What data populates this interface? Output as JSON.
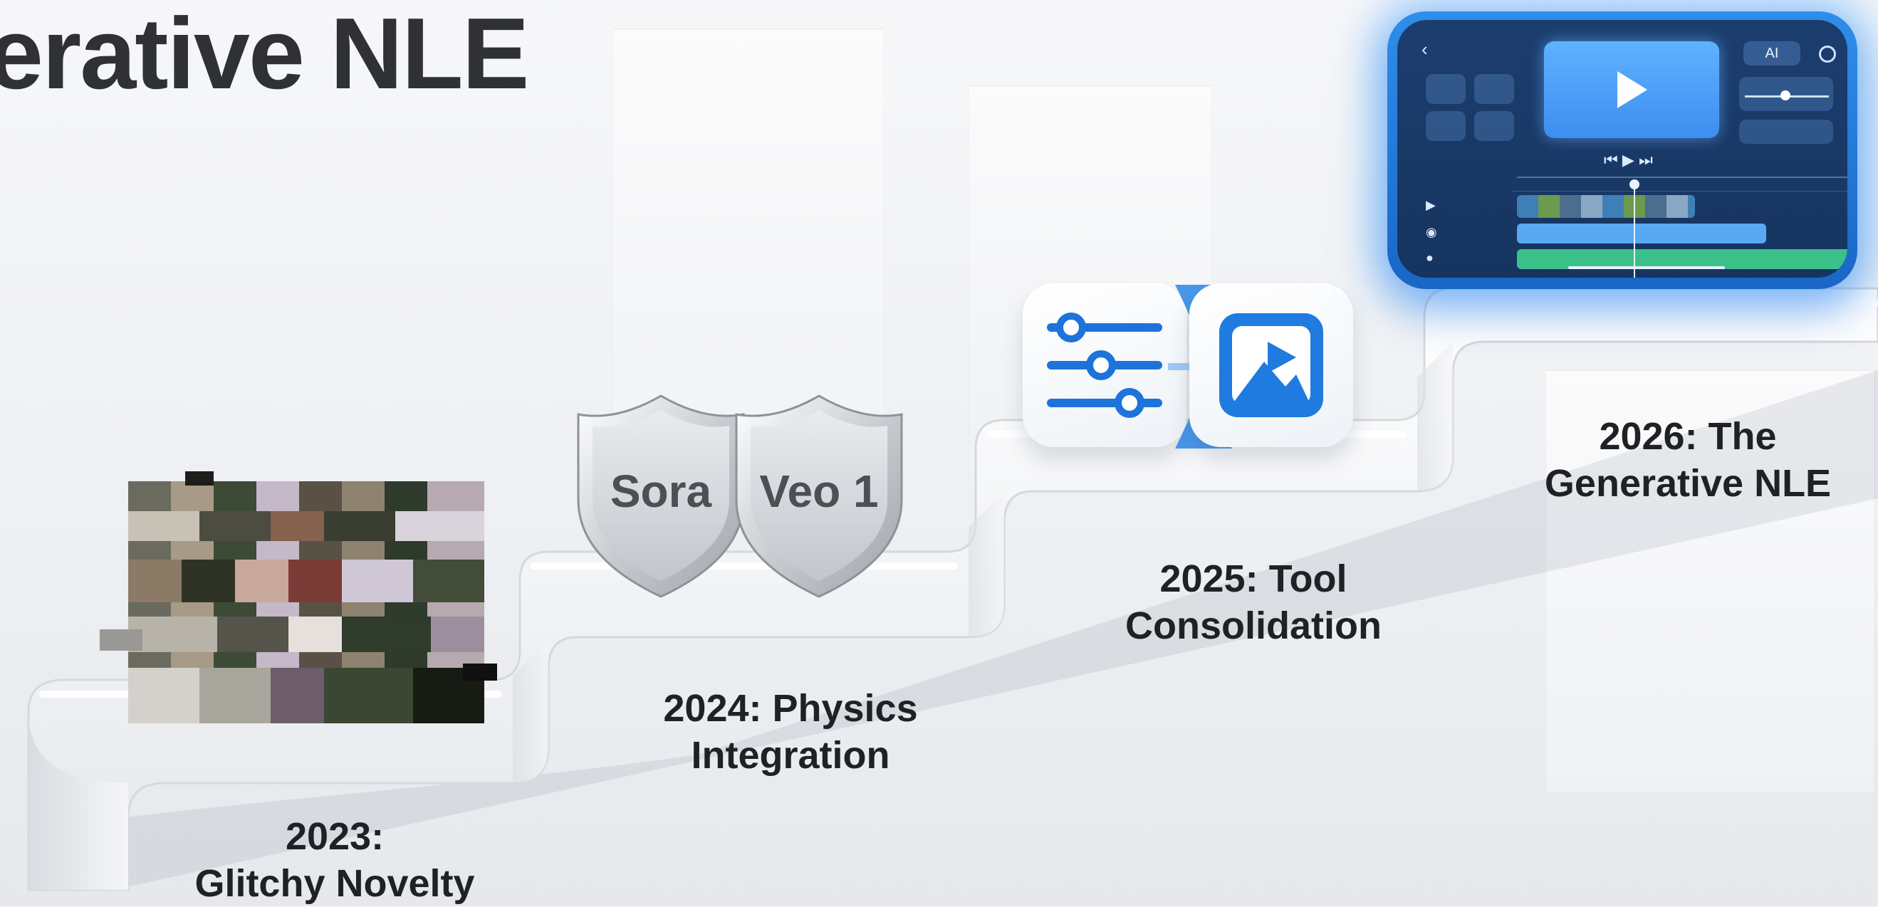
{
  "title": "erative NLE",
  "steps": [
    {
      "line1": "2023:",
      "line2": "Glitchy Novelty"
    },
    {
      "line1": "2024: Physics",
      "line2": "Integration"
    },
    {
      "line1": "2025: Tool",
      "line2": "Consolidation"
    },
    {
      "line1": "2026: The",
      "line2": "Generative NLE"
    }
  ],
  "shields": [
    {
      "label": "Sora"
    },
    {
      "label": "Veo 1"
    }
  ],
  "editor": {
    "ai_badge": "AI"
  },
  "colors": {
    "accent": "#1f7be0",
    "text": "#1f2124",
    "stair": "#f3f4f6"
  }
}
